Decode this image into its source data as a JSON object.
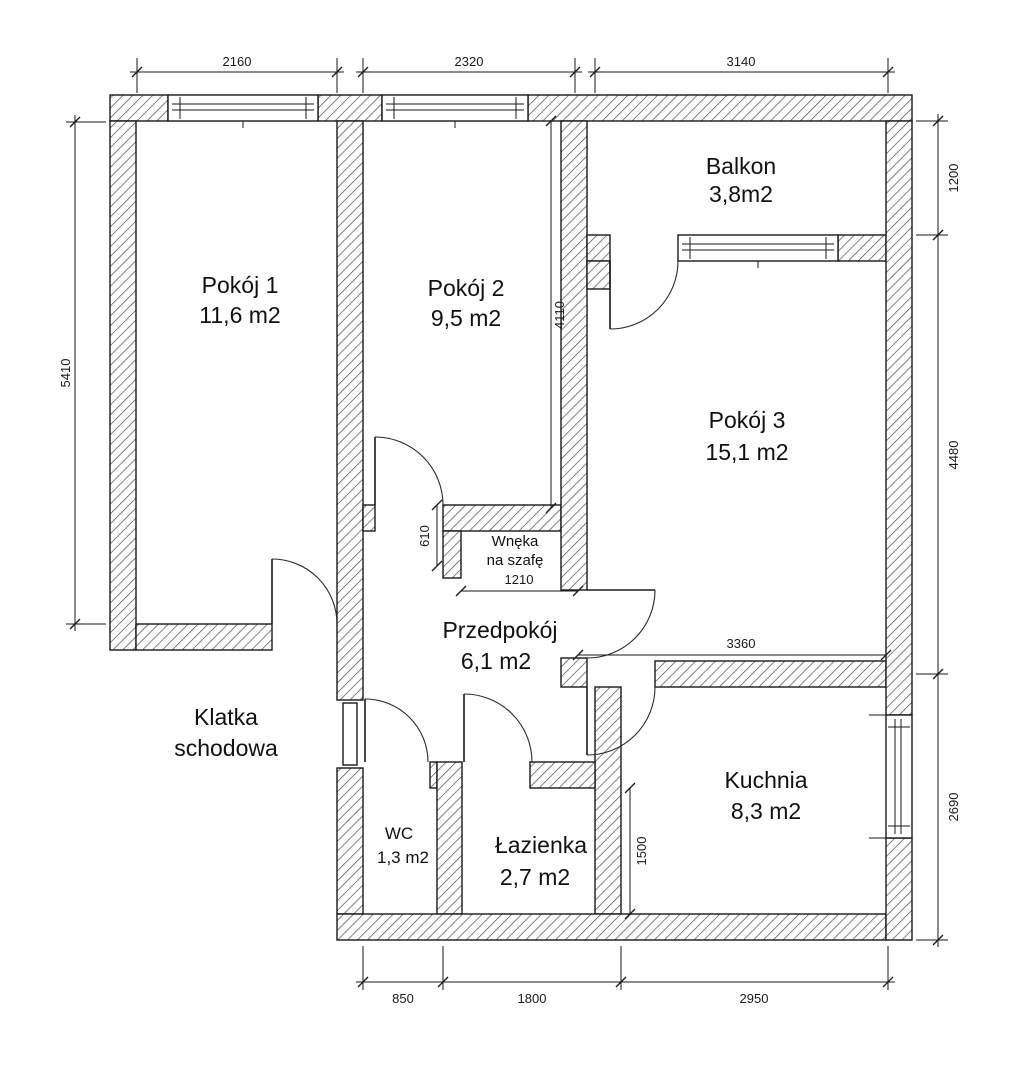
{
  "drawing": {
    "background": "#ffffff",
    "line_color": "#1a1a1a",
    "hatch_color": "#4d4d4d"
  },
  "rooms": {
    "pokoj1": {
      "name": "Pokój 1",
      "area": "11,6 m2"
    },
    "pokoj2": {
      "name": "Pokój 2",
      "area": "9,5 m2"
    },
    "balkon": {
      "name": "Balkon",
      "area": "3,8m2"
    },
    "pokoj3": {
      "name": "Pokój 3",
      "area": "15,1 m2"
    },
    "wneka": {
      "line1": "Wnęka",
      "line2": "na szafę"
    },
    "przedpokoj": {
      "name": "Przedpokój",
      "area": "6,1 m2"
    },
    "klatka": {
      "line1": "Klatka",
      "line2": "schodowa"
    },
    "wc": {
      "name": "WC",
      "area": "1,3 m2"
    },
    "lazienka": {
      "name": "Łazienka",
      "area": "2,7 m2"
    },
    "kuchnia": {
      "name": "Kuchnia",
      "area": "8,3 m2"
    }
  },
  "dimensions": {
    "top_pokoj1": "2160",
    "top_pokoj2": "2320",
    "top_balkon": "3140",
    "left_pokoj1": "5410",
    "right_balkon": "1200",
    "right_pokoj3": "4480",
    "right_kuchnia": "2690",
    "pokoj2_height": "4110",
    "wneka_depth": "610",
    "wneka_width": "1210",
    "kuchnia_wall": "3360",
    "lazienka_height": "1500",
    "bottom_wc": "850",
    "bottom_lazienka": "1800",
    "bottom_kuchnia": "2950"
  }
}
